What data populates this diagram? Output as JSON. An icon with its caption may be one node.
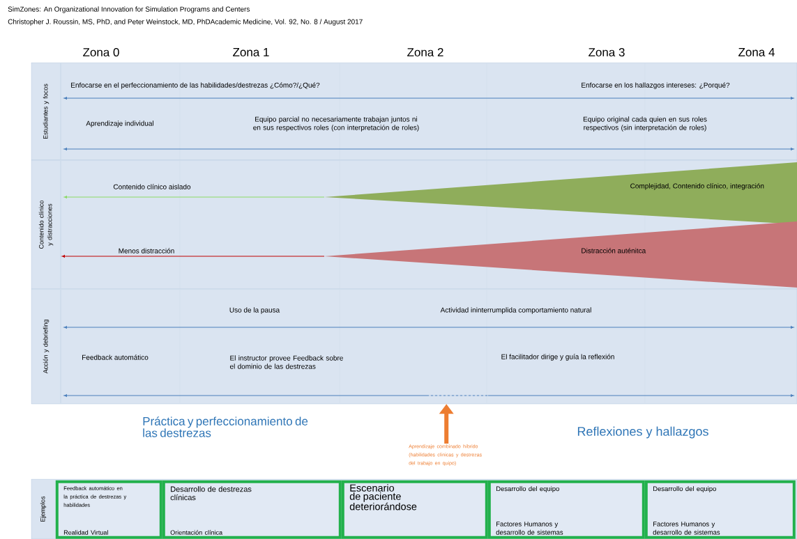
{
  "diagram": {
    "title": "SimZones: An Organizational Innovation for Simulation Programs and Centers",
    "nodes": [
      {
        "text": [
          "Estudiantes y focos",
          "Enfocarse en el perfeccionamiento de las habilidades/destrezas ¿Cómo?/¿Qué?",
          "Enfocarse en los hallazgos intereses: ¿Porqué?",
          "Aprendizaje individual",
          "Equipo parcial no necesariamente trabajan juntos ni en sus respectivos roles (con interpretación de roles)",
          "Equipo original cada quien en sus roles respectivos (sin interpretación de roles)"
        ]
      },
      {
        "text": [
          "Contenido clínico y distracciones",
          "Contenido clínico aislado",
          "Menos distracción"
        ]
      },
      {
        "text": [
          "Complejidad, Contenido clínico, integración"
        ],
        "in": 1
      },
      {
        "text": [
          "Distracción auténitca"
        ],
        "in": 1
      },
      {
        "text": [
          "Acción y debriefing",
          "Uso de la pausa",
          "Actividad ininterrumplida comportamiento natural",
          "Feedback automático",
          "El instructor provee Feedback sobre el dominio de las destrezas",
          "El facilitador dirige y guía la reflexión"
        ]
      },
      {
        "text": [
          "Aprendizaje combinado híbrido (habilidades clínicas y destrezas del trabajo en quipo)"
        ]
      },
      {
        "text": [
          "Ejemplos"
        ]
      },
      {
        "text": [
          "Feedback automático en la práctica de destrezas y habilidades",
          "Realidad Virtual"
        ],
        "in": 6
      },
      {
        "text": [
          "Desarrollo de destrezas clínicas",
          "Orientación clínica"
        ],
        "in": 6
      },
      {
        "text": [
          "Escenario de paciente deteriorándose"
        ],
        "in": 6
      },
      {
        "text": [
          "Desarrollo del equipo",
          "Factores Humanos y desarrollo de sistemas"
        ],
        "in": 6
      },
      {
        "text": [
          "Desarrollo del equipo",
          "Factores Humanos y desarrollo de sistemas"
        ],
        "in": 6
      }
    ],
    "edges": [
      {
        "from": 5,
        "to": 4,
        "arrow": "to"
      }
    ],
    "labels": [
      "Christopher J. Roussin, MS, PhD, and Peter Weinstock, MD, PhDAcademic Medicine, Vol. 92, No. 8 / August 2017",
      "Zona 0",
      "Zona 1",
      "Zona 2",
      "Zona 3",
      "Zona 4",
      "Práctica y perfeccionamiento de las destrezas",
      "Reflexiones y hallazgos"
    ]
  }
}
